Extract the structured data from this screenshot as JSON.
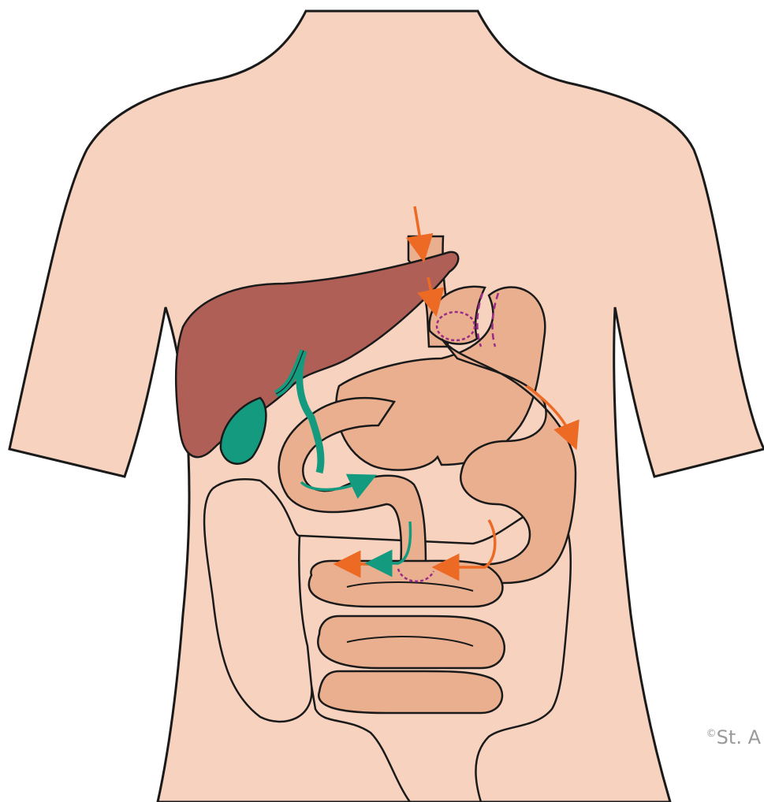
{
  "copyright": {
    "symbol": "©",
    "text": "St. A"
  },
  "colors": {
    "skin": "#f6d2bf",
    "liver": "#b05f56",
    "gallbladder_bile": "#149b7f",
    "stomach_intestine": "#eaaf8f",
    "food_arrow": "#ec6a23",
    "bile_arrow": "#149b7f",
    "suture": "#9a2b86",
    "outline": "#1a1a1a"
  },
  "icons": {
    "food-flow": "arrow-orange",
    "bile-flow": "arrow-green",
    "anastomosis": "purple-suture-ring"
  }
}
